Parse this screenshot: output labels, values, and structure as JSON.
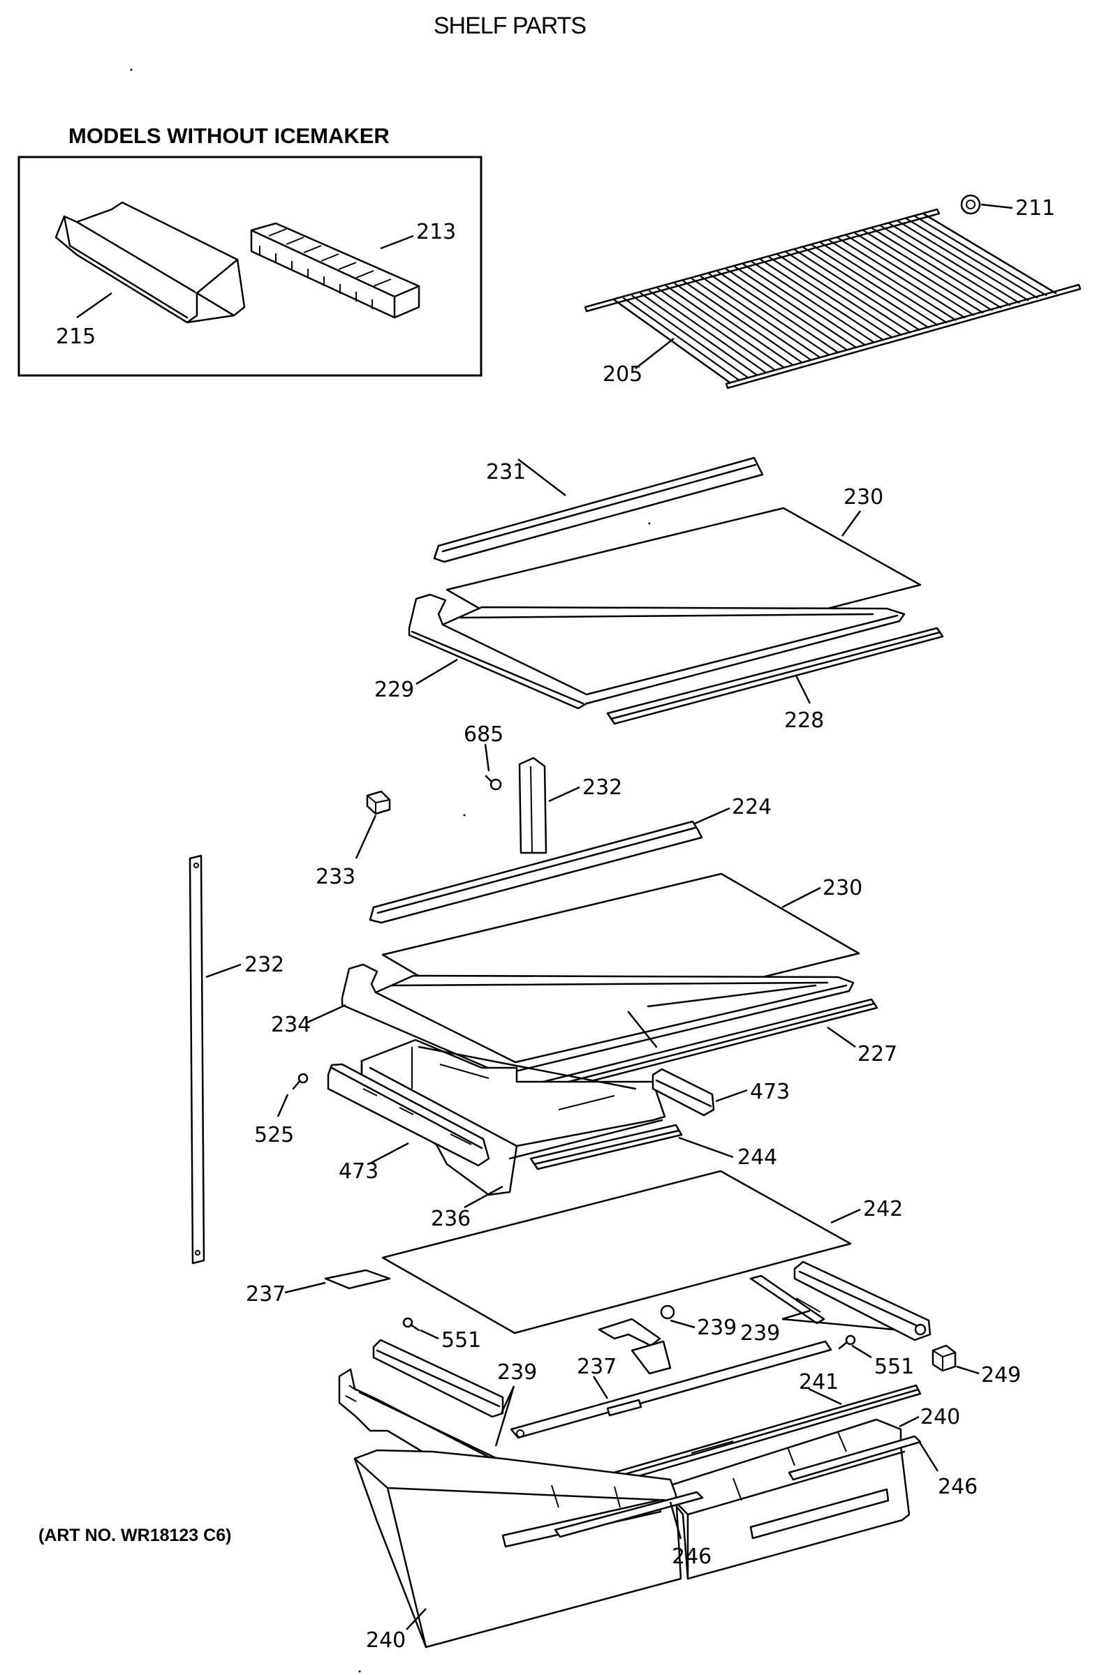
{
  "title": "SHELF PARTS",
  "inset_title": "MODELS WITHOUT ICEMAKER",
  "art_number": "(ART NO. WR18123 C6)",
  "parts": {
    "p215": "215",
    "p213": "213",
    "p211": "211",
    "p205": "205",
    "p231": "231",
    "p230a": "230",
    "p229": "229",
    "p228": "228",
    "p685": "685",
    "p232a": "232",
    "p224": "224",
    "p233": "233",
    "p230b": "230",
    "p232b": "232",
    "p234": "234",
    "p227": "227",
    "p525": "525",
    "p473a": "473",
    "p473b": "473",
    "p244": "244",
    "p236": "236",
    "p242": "242",
    "p237a": "237",
    "p551a": "551",
    "p239a": "239",
    "p239b": "239",
    "p239c": "239",
    "p237b": "237",
    "p551b": "551",
    "p249": "249",
    "p241": "241",
    "p240a": "240",
    "p246a": "246",
    "p246b": "246",
    "p240b": "240"
  }
}
